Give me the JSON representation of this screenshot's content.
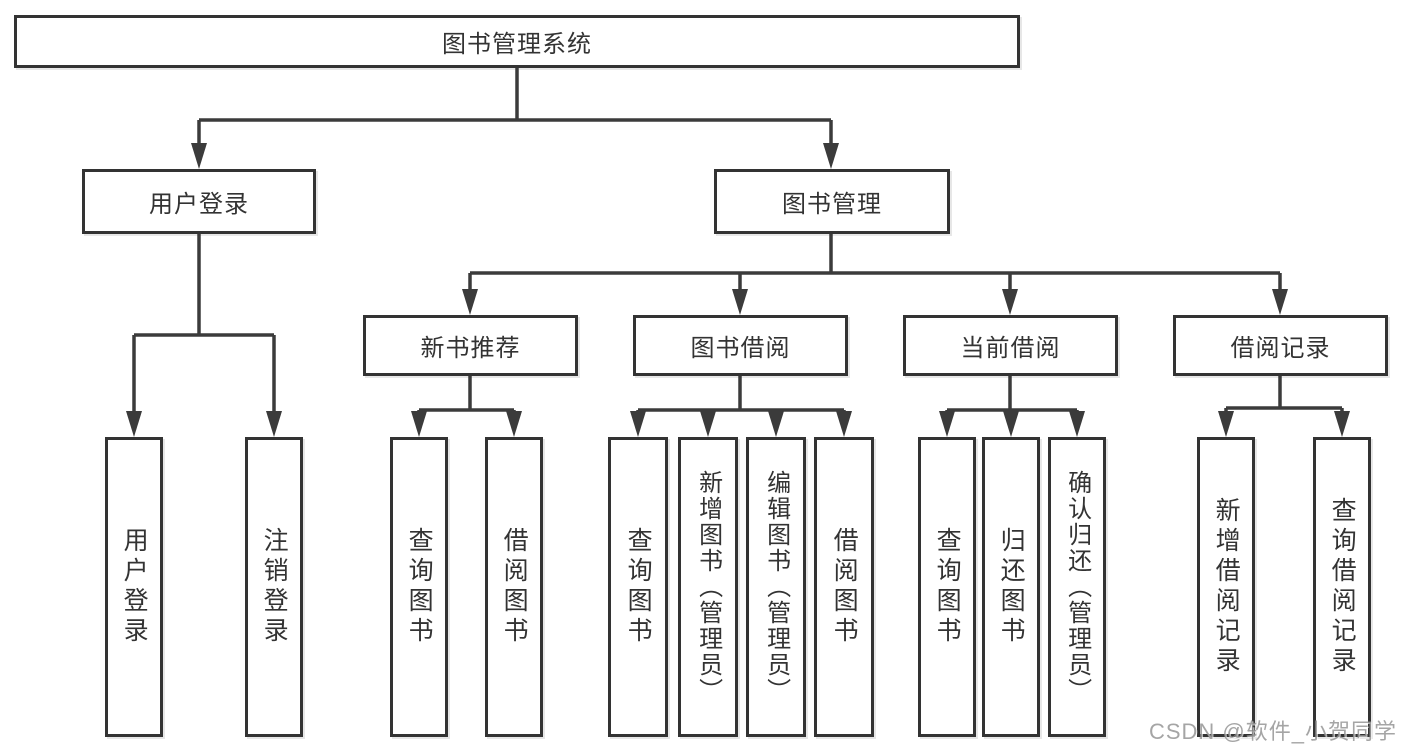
{
  "diagram": {
    "type": "functional-structure-tree",
    "tree": {
      "root": {
        "label": "图书管理系统"
      },
      "level1": [
        {
          "id": "user-login",
          "label": "用户登录",
          "children": [
            "用户登录",
            "注销登录"
          ]
        },
        {
          "id": "book-management",
          "label": "图书管理"
        }
      ],
      "level2": [
        {
          "id": "new-book-recommend",
          "label": "新书推荐",
          "children": [
            "查询图书",
            "借阅图书"
          ]
        },
        {
          "id": "book-borrow",
          "label": "图书借阅",
          "children": [
            "查询图书",
            "新增图书（管理员）",
            "编辑图书（管理员）",
            "借阅图书"
          ]
        },
        {
          "id": "current-borrow",
          "label": "当前借阅",
          "children": [
            "查询图书",
            "归还图书",
            "确认归还（管理员）"
          ]
        },
        {
          "id": "borrow-record",
          "label": "借阅记录",
          "children": [
            "新增借阅记录",
            "查询借阅记录"
          ]
        }
      ]
    },
    "colors": {
      "background": "#ffffff",
      "box_border": "#333333",
      "line": "#3b3b3b",
      "text": "#333333",
      "watermark_text": "#919191"
    }
  },
  "watermark": {
    "text": "CSDN @软件_小贺同学"
  }
}
